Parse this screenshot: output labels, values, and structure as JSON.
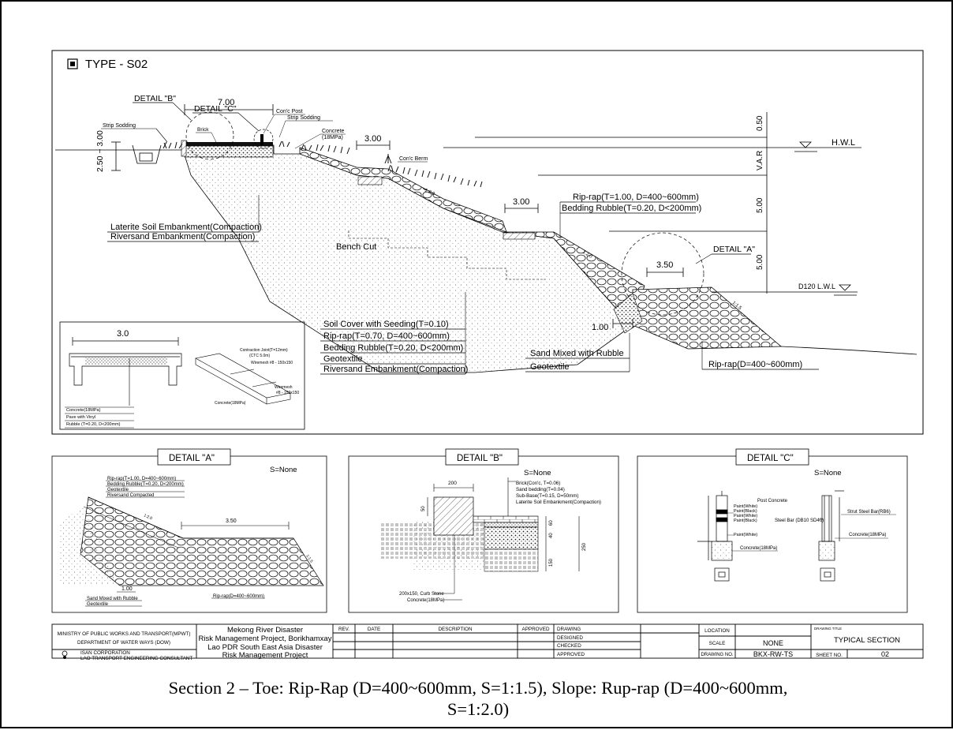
{
  "drawing": {
    "type_label": "TYPE - S02",
    "dims": {
      "top_width": "7.00",
      "berm_width": "3.00",
      "berm2_width": "3.00",
      "toe_width": "3.50",
      "toe_step": "1.00",
      "crest_height": "2.50 ~ 3.00",
      "v_050": "0.50",
      "v_var": "V.A.R",
      "v_500a": "5.00",
      "v_500b": "5.00",
      "slope_a": "1:2.0",
      "slope_b": "1:2.0",
      "slope_c": "1:1.5",
      "pave_width": "3.0"
    },
    "labels": {
      "detail_b": "DETAIL \"B\"",
      "detail_c": "DETAIL \"C\"",
      "detail_a": "DETAIL \"A\"",
      "strip_sodding_left": "Strip Sodding",
      "brick": "Brick",
      "conc_post": "Con'c Post",
      "strip_sodding_right": "Strip Sodding",
      "concrete": "Concrete",
      "concrete_mpa": "(18MPa)",
      "conc_berm": "Con'c Berm",
      "hwl": "H.W.L",
      "lwl": "D120 L.W.L",
      "riprap_top_1": "Rip-rap(T=1.00, D=400~600mm)",
      "riprap_top_2": "Bedding Rubble(T=0.20, D<200mm)",
      "laterite": "Laterite Soil Embankment(Compaction)",
      "riversand": "Riversand Embankment(Compaction)",
      "bench_cut": "Bench Cut",
      "sand_mixed": "Sand Mixed with Rubble",
      "geotextile_toe": "Geotextile",
      "riprap_toe": "Rip-rap(D=400~600mm)"
    },
    "slope_layers": [
      "Soil Cover with Seeding(T=0.10)",
      "Rip-rap(T=0.70, D=400~600mm)",
      "Bedding Rubble(T=0.20, D<200mm)",
      "Geotextile",
      "Riversand Embankment(Compaction)"
    ],
    "pave_inset": {
      "joint": "Contraction Joint(T=12mm)",
      "ctc": "(CTC 5.0m)",
      "wiremesh": "Wiremesh #8 - 150x150",
      "wiremesh2a": "Wiremesh",
      "wiremesh2b": "#8 - 150x150",
      "concrete_label": "Concrete(18MPa)",
      "legend": [
        "Concrete(18MPa)",
        "Pave with Vinyl",
        "Rubble (T=0.20, D<200mm)"
      ]
    },
    "detail_a_box": {
      "title": "DETAIL \"A\"",
      "scale": "S=None",
      "layers": [
        "Rip-rap(T=1.00, D=400~600mm)",
        "Bedding Rubble(T=0.20, D<200mm)",
        "Geotextile",
        "Riversand Compacted"
      ],
      "dim_350": "3.50",
      "dim_100": "1.00",
      "slope_top": "1:2.0",
      "slope_toe": "1:1.5",
      "bottom_1": "Sand Mixed with Rubble",
      "bottom_2": "Geotextile",
      "riprap": "Rip-rap(D=400~600mm)"
    },
    "detail_b_box": {
      "title": "DETAIL \"B\"",
      "scale": "S=None",
      "layers": [
        "Brick(Con'c, T=0.06)",
        "Sand bedding(T=0.04)",
        "Sub-Base(T=0.15, D=50mm)",
        "Laterite Soil Embankment(Compaction)"
      ],
      "dim_200": "200",
      "dim_50": "50",
      "dim_60": "60",
      "dim_40": "40",
      "dim_150": "150",
      "dim_250": "250",
      "curb_1": "200x150, Curb Stone",
      "curb_2": "Concrete(18MPa)"
    },
    "detail_c_box": {
      "title": "DETAIL \"C\"",
      "scale": "S=None",
      "post_concrete": "Post Concrete",
      "paints": [
        "Paint(White)",
        "Paint(Black)",
        "Paint(White)",
        "Paint(Black)"
      ],
      "paint_white_low": "Paint(White)",
      "steel_bar": "Steel Bar (DB10 SD40)",
      "concrete": "Concrete(18MPa)",
      "strut": "Strut Steel Bar(RB6)",
      "concrete_right": "Concrete(18MPa)"
    }
  },
  "title_block": {
    "ministry": "MINISTRY OF PUBLIC WORKS AND TRANSPORT(MPWT)",
    "department": "DEPARTMENT OF WATER WAYS (DOW)",
    "consultant_1": "ISAN CORPORATION",
    "consultant_2": "LAO TRANSPORT ENGINEERING CONSULTANT",
    "project_lines": [
      "Mekong River Disaster",
      "Risk Management Project, Borikhamxay",
      "Lao PDR South East Asia Disaster",
      "Risk Management Project"
    ],
    "rev_header": "REV.",
    "date_header": "DATE",
    "description_header": "DESCRIPTION",
    "approved_header": "APPROVED",
    "roles": [
      "DRAWING",
      "DESIGNED",
      "CHECKED",
      "APPROVED"
    ],
    "location_label": "LOCATION",
    "scale_label": "SCALE",
    "scale_value": "NONE",
    "drawing_no_label": "DRAWING NO.",
    "drawing_no_value": "BKX-RW-TS",
    "sheet_no_label": "SHEET NO.",
    "sheet_no_value": "02",
    "drawing_title_label": "DRAWING TITLE",
    "drawing_title_value": "TYPICAL SECTION"
  },
  "caption_line1": "Section 2 – Toe: Rip-Rap (D=400~600mm, S=1:1.5), Slope: Rup-rap (D=400~600mm,",
  "caption_line2": "S=1:2.0)"
}
